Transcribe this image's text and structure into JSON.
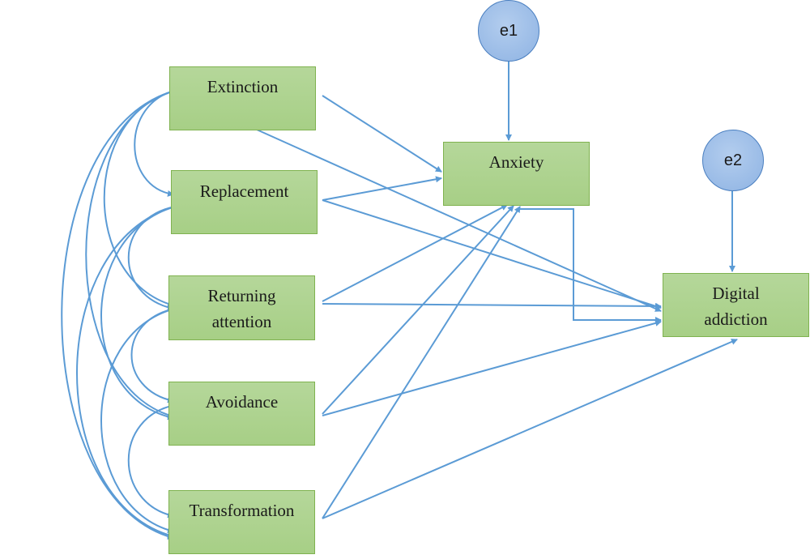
{
  "nodes": {
    "extinction": "Extinction",
    "replacement": "Replacement",
    "returning_attention": {
      "line1": "Returning",
      "line2": "attention"
    },
    "avoidance": "Avoidance",
    "transformation": "Transformation",
    "anxiety": "Anxiety",
    "digital_addiction": {
      "line1": "Digital",
      "line2": "addiction"
    }
  },
  "errors": {
    "e1": "e1",
    "e2": "e2"
  },
  "colors": {
    "arrow": "#5b9bd5",
    "node_fill": "#a9d08e",
    "node_border": "#7fb24f",
    "error_fill": "#9dc3e6"
  },
  "edges": [
    {
      "from": "e1",
      "to": "anxiety"
    },
    {
      "from": "e2",
      "to": "digital_addiction"
    },
    {
      "from": "extinction",
      "to": "anxiety"
    },
    {
      "from": "replacement",
      "to": "anxiety"
    },
    {
      "from": "returning_attention",
      "to": "anxiety"
    },
    {
      "from": "avoidance",
      "to": "anxiety"
    },
    {
      "from": "transformation",
      "to": "anxiety"
    },
    {
      "from": "extinction",
      "to": "digital_addiction"
    },
    {
      "from": "replacement",
      "to": "digital_addiction"
    },
    {
      "from": "returning_attention",
      "to": "digital_addiction"
    },
    {
      "from": "avoidance",
      "to": "digital_addiction"
    },
    {
      "from": "transformation",
      "to": "digital_addiction"
    },
    {
      "from": "anxiety",
      "to": "digital_addiction"
    }
  ],
  "covariances": [
    {
      "a": "extinction",
      "b": "replacement"
    },
    {
      "a": "extinction",
      "b": "returning_attention"
    },
    {
      "a": "extinction",
      "b": "avoidance"
    },
    {
      "a": "extinction",
      "b": "transformation"
    },
    {
      "a": "replacement",
      "b": "returning_attention"
    },
    {
      "a": "replacement",
      "b": "avoidance"
    },
    {
      "a": "replacement",
      "b": "transformation"
    },
    {
      "a": "returning_attention",
      "b": "avoidance"
    },
    {
      "a": "returning_attention",
      "b": "transformation"
    },
    {
      "a": "avoidance",
      "b": "transformation"
    }
  ]
}
